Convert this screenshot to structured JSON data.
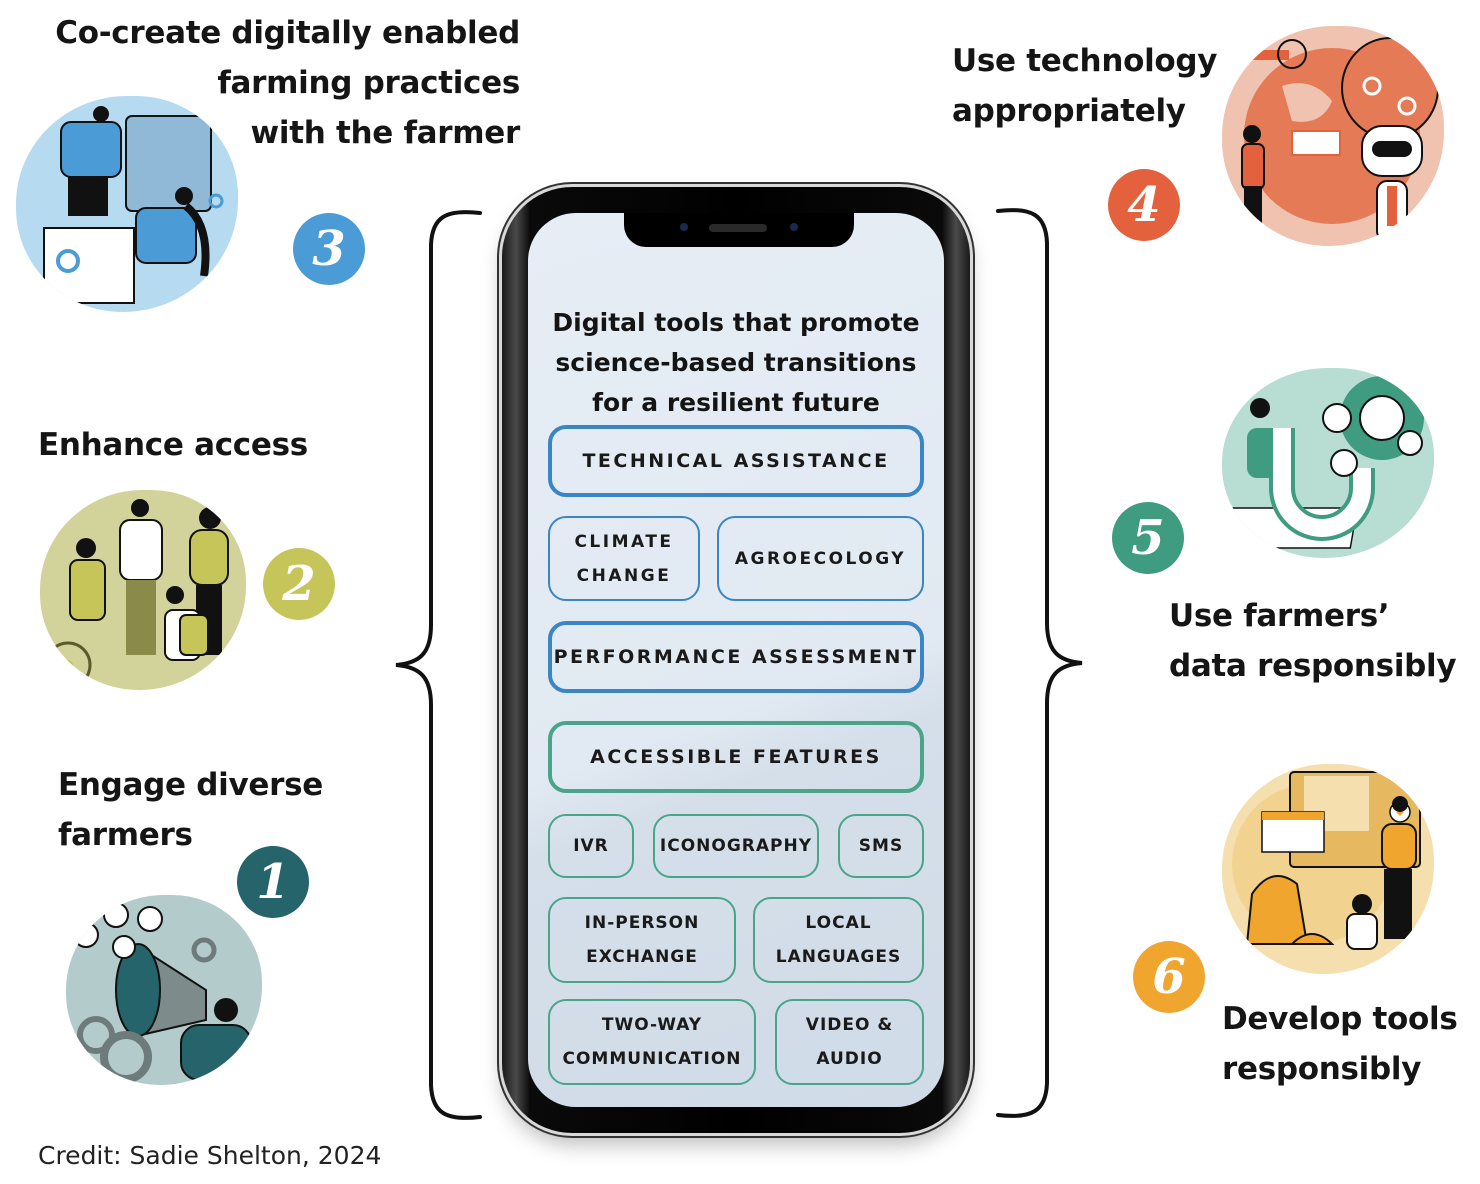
{
  "principles": [
    {
      "number": "1",
      "label": "Engage diverse farmers",
      "lines": [
        "Engage diverse",
        "farmers"
      ],
      "color": "#24646a",
      "illustration": "megaphone-people-illustration"
    },
    {
      "number": "2",
      "label": "Enhance access",
      "lines": [
        "Enhance access"
      ],
      "color": "#c5c55a",
      "illustration": "diverse-group-wheelchair-illustration"
    },
    {
      "number": "3",
      "label": "Co-create digitally enabled farming practices with the farmer",
      "lines": [
        "Co-create digitally enabled",
        "farming practices",
        "with the farmer"
      ],
      "color": "#4a9bd6",
      "illustration": "puzzle-collaboration-illustration"
    },
    {
      "number": "4",
      "label": "Use technology appropriately",
      "lines": [
        "Use technology",
        "appropriately"
      ],
      "color": "#e4613d",
      "illustration": "globe-brain-robot-illustration"
    },
    {
      "number": "5",
      "label": "Use farmers’ data responsibly",
      "lines": [
        "Use farmers’",
        "data responsibly"
      ],
      "color": "#3f9c80",
      "illustration": "magnet-data-illustration"
    },
    {
      "number": "6",
      "label": "Develop tools responsibly",
      "lines": [
        "Develop tools",
        "responsibly"
      ],
      "color": "#f0a52f",
      "illustration": "community-cooking-globe-illustration"
    }
  ],
  "phone": {
    "title_lines": [
      "Digital tools that promote",
      "science-based transitions",
      "for a resilient future"
    ],
    "boxes": {
      "technical_assistance": "TECHNICAL ASSISTANCE",
      "climate_change": [
        "CLIMATE",
        "CHANGE"
      ],
      "agroecology": "AGROECOLOGY",
      "performance_assessment": "PERFORMANCE ASSESSMENT",
      "accessible_features": "ACCESSIBLE FEATURES",
      "ivr": "IVR",
      "iconography": "ICONOGRAPHY",
      "sms": "SMS",
      "in_person_exchange": [
        "IN-PERSON",
        "EXCHANGE"
      ],
      "local_languages": [
        "LOCAL",
        "LANGUAGES"
      ],
      "two_way_communication": [
        "TWO-WAY",
        "COMMUNICATION"
      ],
      "video_audio": [
        "VIDEO &",
        "AUDIO"
      ]
    }
  },
  "credit": "Credit: Sadie Shelton, 2024",
  "colors": {
    "blue_outline": "#3a86c4",
    "teal_outline": "#4aa48a"
  }
}
